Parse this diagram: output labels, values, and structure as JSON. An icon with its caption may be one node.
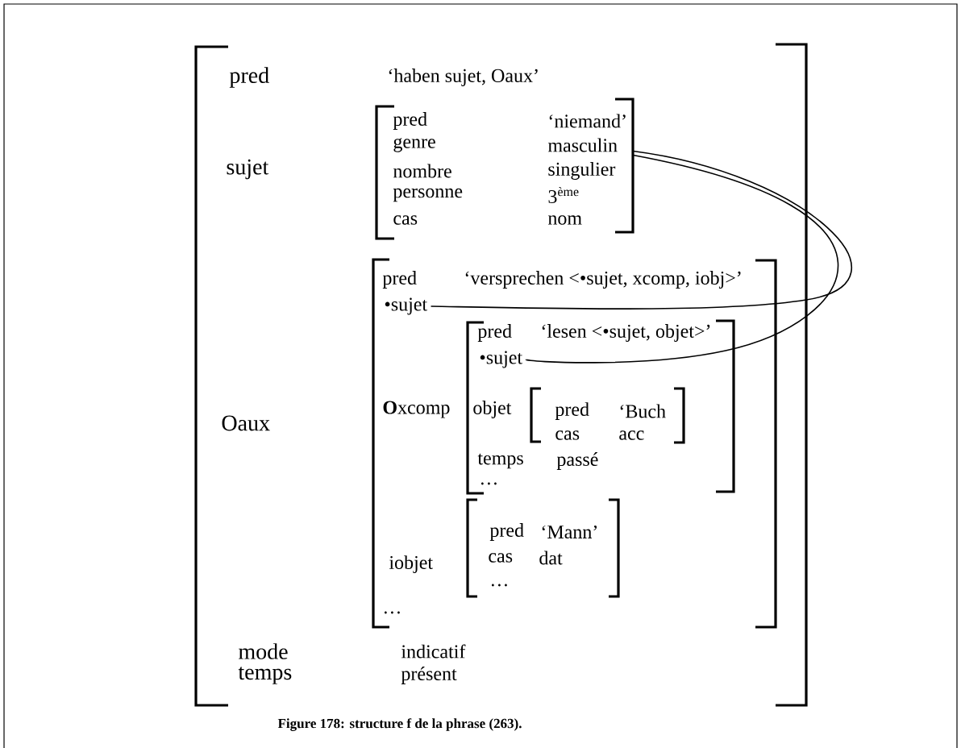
{
  "diagram": {
    "caption": "Figure 178: structure f de la phrase (263).",
    "nodes": [
      {
        "text": [
          "pred",
          "‘haben  sujet, Oaux’",
          "sujet",
          "Oaux",
          "mode",
          "indicatif",
          "temps",
          "présent"
        ]
      },
      {
        "text": [
          "pred",
          "‘niemand’",
          "genre",
          "masculin",
          "nombre",
          "singulier",
          "personne",
          "3$^{ème}$",
          "cas",
          "nom"
        ],
        "in": 0
      },
      {
        "text": [
          "pred",
          "‘versprechen <•sujet, xcomp, iobj>’",
          "**O**xcomp",
          "iobjet",
          "…"
        ],
        "in": 0
      },
      {
        "text": [
          "•sujet"
        ],
        "in": 2
      },
      {
        "text": [
          "pred",
          "‘lesen <•sujet, objet>’",
          "objet",
          "temps",
          "passé",
          "…"
        ],
        "in": 2
      },
      {
        "text": [
          "•sujet"
        ],
        "in": 4
      },
      {
        "text": [
          "pred",
          "‘Buch",
          "cas",
          "acc"
        ],
        "in": 4
      },
      {
        "text": [
          "pred",
          "‘Mann’",
          "cas",
          "dat",
          "…"
        ],
        "in": 2
      }
    ],
    "edges": [
      {
        "from": 1,
        "to": 3,
        "arrow": "none"
      },
      {
        "from": 1,
        "to": 5,
        "arrow": "none"
      }
    ]
  }
}
